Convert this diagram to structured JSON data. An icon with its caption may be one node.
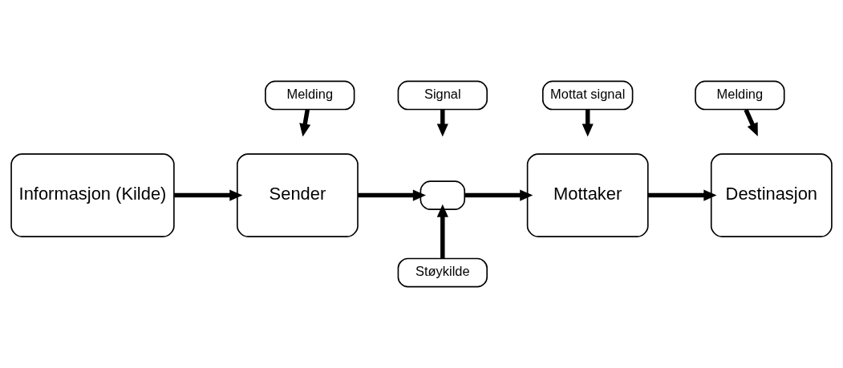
{
  "diagram": {
    "nodes": [
      {
        "text": [
          "Informasjon (Kilde)"
        ]
      },
      {
        "text": [
          "Sender"
        ]
      },
      {
        "text": [],
        "shape": "box"
      },
      {
        "text": [
          "Mottaker"
        ]
      },
      {
        "text": [
          "Destinasjon"
        ]
      },
      {
        "text": [
          "Melding"
        ]
      },
      {
        "text": [
          "Signal"
        ]
      },
      {
        "text": [
          "Mottat signal"
        ]
      },
      {
        "text": [
          "Melding"
        ]
      },
      {
        "text": [
          "Støykilde"
        ]
      }
    ],
    "edges": [
      {
        "from": 0,
        "to": 1,
        "arrow": "to"
      },
      {
        "from": 1,
        "to": 2,
        "arrow": "to"
      },
      {
        "from": 2,
        "to": 3,
        "arrow": "to"
      },
      {
        "from": 3,
        "to": 4,
        "arrow": "to"
      },
      {
        "from": 5,
        "to": null,
        "arrow": "to"
      },
      {
        "from": 6,
        "to": null,
        "arrow": "to"
      },
      {
        "from": 7,
        "to": null,
        "arrow": "to"
      },
      {
        "from": 8,
        "to": null,
        "arrow": "to"
      },
      {
        "from": 9,
        "to": 2,
        "arrow": "to"
      }
    ]
  }
}
